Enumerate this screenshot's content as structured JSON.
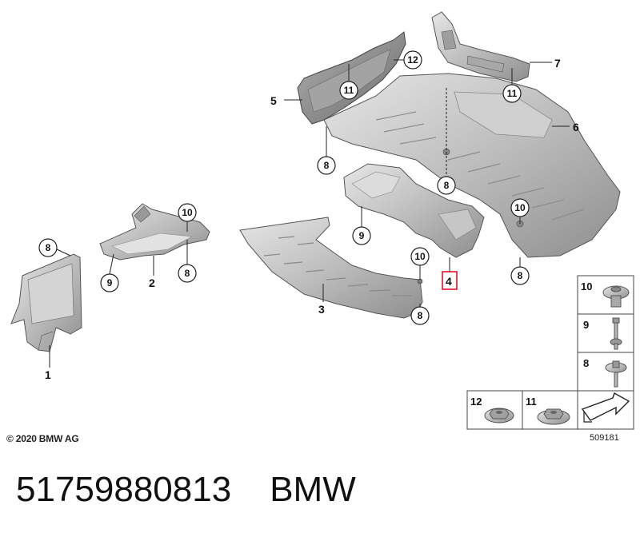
{
  "diagram": {
    "part_labels": [
      "1",
      "2",
      "3",
      "4",
      "5",
      "6",
      "7"
    ],
    "callouts": {
      "c8": "8",
      "c9": "9",
      "c10": "10",
      "c11": "11",
      "c12": "12"
    },
    "legend": {
      "items": [
        "10",
        "9",
        "8",
        "12",
        "11"
      ]
    },
    "highlight_color": "#e2001a",
    "copyright": "© 2020 BMW AG",
    "drawing_number": "509181"
  },
  "footer": {
    "part_number": "51759880813",
    "brand": "BMW"
  }
}
